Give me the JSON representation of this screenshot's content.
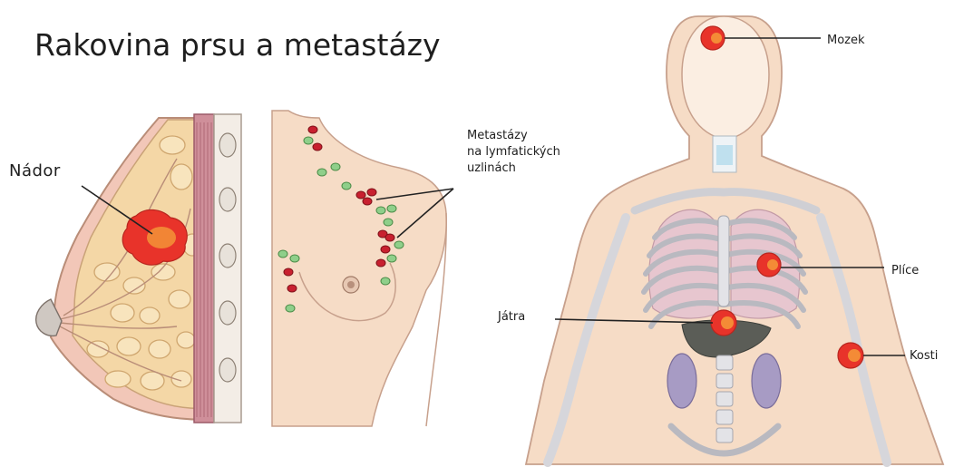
{
  "title": "Rakovina prsu a metastázy",
  "labels": {
    "tumor": "Nádor",
    "lymph_metastases_line1": "Metastázy",
    "lymph_metastases_line2": "na lymfatických",
    "lymph_metastases_line3": "uzlinách",
    "brain": "Mozek",
    "lungs": "Plíce",
    "liver": "Játra",
    "bones": "Kosti"
  },
  "colors": {
    "skin": "#f6dcc6",
    "skin_outline": "#b98d78",
    "tumor": "#e8332a",
    "tumor_highlight": "#f6a13a",
    "lymph_node_red": "#c8202f",
    "lymph_node_green": "#8fcf8a",
    "fat": "#f4d7a6",
    "muscle": "#cf8f9a",
    "rib": "#dcdce0",
    "kidney": "#a79bc4",
    "liver": "#5b5d57"
  }
}
